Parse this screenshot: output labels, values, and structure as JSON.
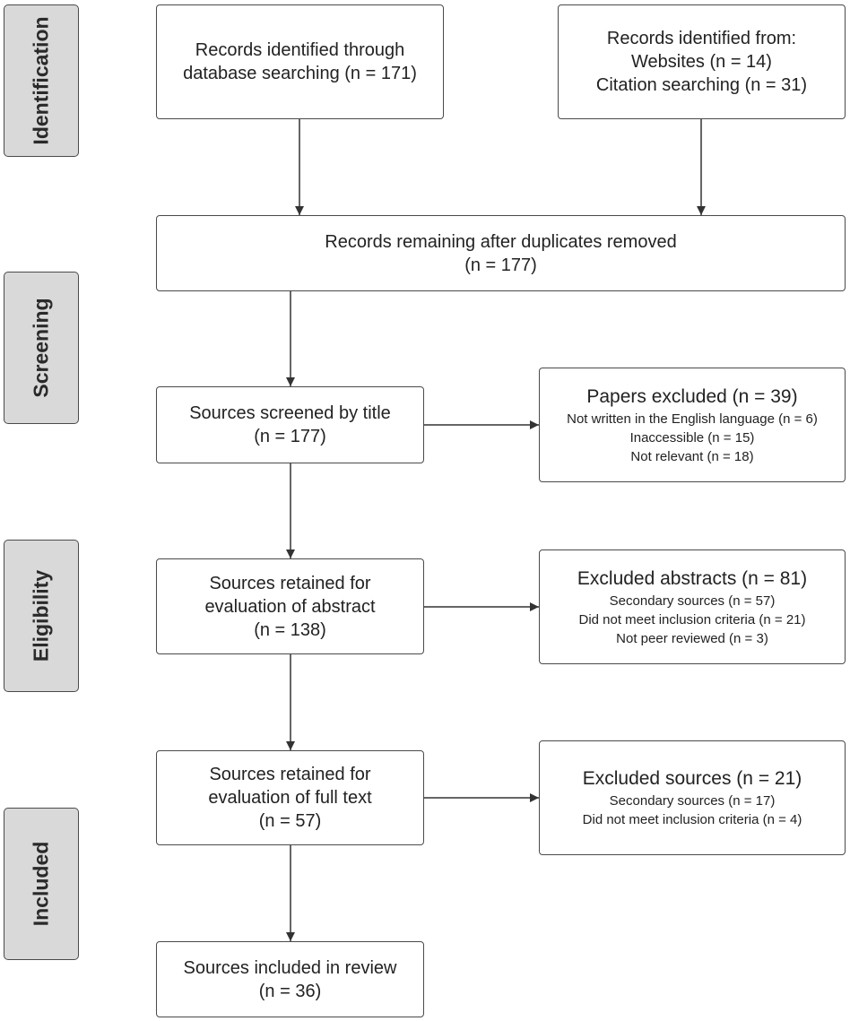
{
  "stages": {
    "identification": "Identification",
    "screening": "Screening",
    "eligibility": "Eligibility",
    "included": "Included"
  },
  "boxes": {
    "database_search": {
      "lines": [
        "Records identified through",
        "database searching (n = 171)"
      ]
    },
    "other_sources": {
      "lines": [
        "Records identified from:",
        "Websites (n = 14)",
        "Citation searching (n = 31)"
      ]
    },
    "after_duplicates": {
      "lines": [
        "Records remaining after duplicates removed",
        "(n = 177)"
      ]
    },
    "screened_title": {
      "lines": [
        "Sources screened by title",
        "(n = 177)"
      ]
    },
    "papers_excluded": {
      "heading": "Papers excluded (n = 39)",
      "items": [
        "Not written in the English language (n = 6)",
        "Inaccessible (n = 15)",
        "Not relevant (n = 18)"
      ]
    },
    "retained_abstract": {
      "lines": [
        "Sources retained for",
        "evaluation of abstract",
        "(n = 138)"
      ]
    },
    "excluded_abstracts": {
      "heading": "Excluded abstracts (n = 81)",
      "items": [
        "Secondary sources (n = 57)",
        "Did not meet inclusion criteria (n = 21)",
        "Not peer reviewed (n = 3)"
      ]
    },
    "retained_fulltext": {
      "lines": [
        "Sources retained for",
        "evaluation of full text",
        "(n = 57)"
      ]
    },
    "excluded_sources": {
      "heading": "Excluded sources (n = 21)",
      "items": [
        "Secondary sources (n = 17)",
        "Did not meet inclusion criteria (n = 4)"
      ]
    },
    "included_review": {
      "lines": [
        "Sources included in review",
        "(n = 36)"
      ]
    }
  },
  "colors": {
    "stage_fill": "#d9d9d9",
    "border": "#4a4a4a",
    "arrow": "#333333",
    "text": "#222222"
  }
}
